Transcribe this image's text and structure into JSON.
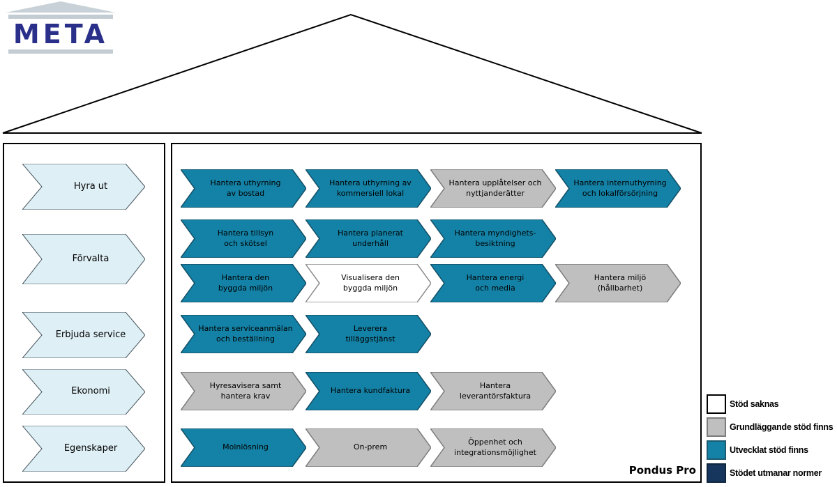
{
  "logo": {
    "name": "META"
  },
  "house": {
    "sidebar": {
      "items": [
        {
          "label": "Hyra ut"
        },
        {
          "label": "Förvalta"
        },
        {
          "label": "Erbjuda service"
        },
        {
          "label": "Ekonomi"
        },
        {
          "label": "Egenskaper"
        }
      ]
    },
    "rows": [
      {
        "items": [
          {
            "label": "Hantera uthyrning\nav bostad",
            "status": "developed"
          },
          {
            "label": "Hantera uthyrning av\nkommersiell lokal",
            "status": "developed"
          },
          {
            "label": "Hantera upplåtelser och\nnyttjanderätter",
            "status": "basic"
          },
          {
            "label": "Hantera internuthyrning\noch lokalförsörjning",
            "status": "developed"
          }
        ]
      },
      {
        "items": [
          {
            "label": "Hantera tillsyn\noch skötsel",
            "status": "developed"
          },
          {
            "label": "Hantera planerat\nunderhåll",
            "status": "developed"
          },
          {
            "label": "Hantera myndighets-\nbesiktning",
            "status": "developed"
          }
        ]
      },
      {
        "items": [
          {
            "label": "Hantera den\nbyggda miljön",
            "status": "developed"
          },
          {
            "label": "Visualisera den\nbyggda miljön",
            "status": "missing"
          },
          {
            "label": "Hantera energi\noch media",
            "status": "developed"
          },
          {
            "label": "Hantera miljö\n(hållbarhet)",
            "status": "basic"
          }
        ]
      },
      {
        "items": [
          {
            "label": "Hantera serviceanmälan\noch beställning",
            "status": "developed"
          },
          {
            "label": "Leverera\ntilläggstjänst",
            "status": "developed"
          }
        ]
      },
      {
        "items": [
          {
            "label": "Hyresavisera samt\nhantera krav",
            "status": "basic"
          },
          {
            "label": "Hantera kundfaktura",
            "status": "developed"
          },
          {
            "label": "Hantera\nleverantörsfaktura",
            "status": "basic"
          }
        ]
      },
      {
        "items": [
          {
            "label": "Molnlösning",
            "status": "developed"
          },
          {
            "label": "On-prem",
            "status": "basic"
          },
          {
            "label": "Öppenhet och\nintegrationsmöjlighet",
            "status": "basic"
          }
        ]
      }
    ],
    "product_label": "Pondus Pro"
  },
  "legend": {
    "items": [
      {
        "label": "Stöd saknas",
        "status": "missing"
      },
      {
        "label": "Grundläggande stöd finns",
        "status": "basic"
      },
      {
        "label": "Utvecklat stöd finns",
        "status": "developed"
      },
      {
        "label": "Stödet utmanar normer",
        "status": "challenging"
      }
    ]
  },
  "colors": {
    "missing": "#FFFFFF",
    "basic": "#BFBFBF",
    "developed": "#1482A6",
    "challenging": "#17365D",
    "sidebar_fill": "#DEEFF5",
    "logo_navy": "#2A2F8A",
    "logo_gray": "#C7D1D7"
  }
}
